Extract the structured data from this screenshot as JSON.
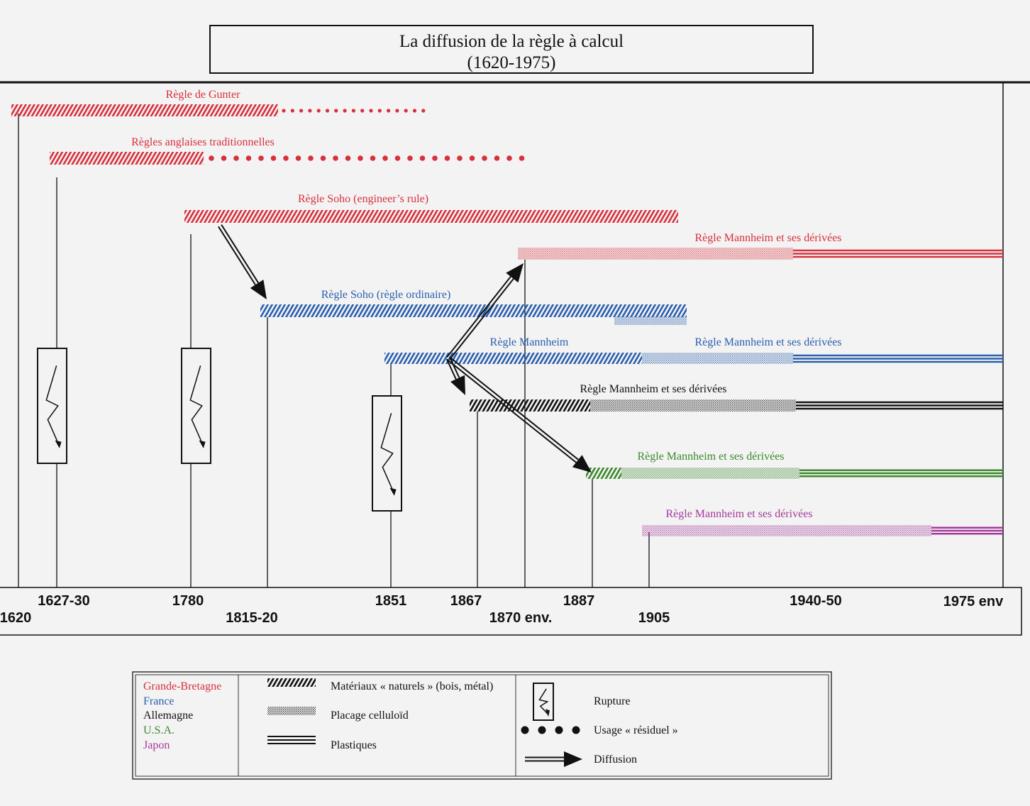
{
  "title": {
    "line1": "La diffusion de la règle à calcul",
    "line2": "(1620-1975)"
  },
  "colors": {
    "gb": "#d8303c",
    "fr": "#2b5fae",
    "de": "#111111",
    "us": "#3b8a2c",
    "jp": "#a43a9c"
  },
  "timeline_labels": {
    "row1": [
      "1627-30",
      "1780",
      "1851",
      "1867",
      "1887",
      "1940-50",
      "1975 env"
    ],
    "row2": [
      "1620",
      "1815-20",
      "1870 env.",
      "1905"
    ]
  },
  "bars": {
    "gunter": "Règle de Gunter",
    "anglaises": "Règles anglaises traditionnelles",
    "soho_engineer": "Règle Soho (engineer’s rule)",
    "mannheim_gb": "Règle Mannheim et ses dérivées",
    "soho_ordinaire": "Règle Soho (règle ordinaire)",
    "mannheim_fr": "Règle Mannheim",
    "mannheim_fr_derivees": "Règle Mannheim et ses dérivées",
    "mannheim_de": "Règle Mannheim et ses dérivées",
    "mannheim_us": "Règle Mannheim et ses dérivées",
    "mannheim_jp": "Règle Mannheim et ses dérivées"
  },
  "legend": {
    "countries": [
      "Grande-Bretagne",
      "France",
      "Allemagne",
      "U.S.A.",
      "Japon"
    ],
    "materials": [
      "Matériaux « naturels » (bois, métal)",
      "Placage celluloïd",
      "Plastiques"
    ],
    "symbols": [
      "Rupture",
      "Usage « résiduel »",
      "Diffusion"
    ]
  }
}
